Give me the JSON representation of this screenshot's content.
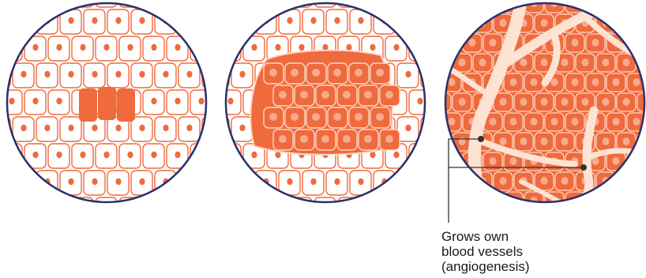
{
  "colors": {
    "outline": "#2b2f6b",
    "cell_fill": "#ffffff",
    "cell_line": "#ef6a3d",
    "nucleus": "#ef6a3d",
    "tumor": "#ef6a3d",
    "tumor_line": "#ffd6c4",
    "tumor_nucleus": "#f6ab8f",
    "vessel": "#fde3d3",
    "leader_line": "#333333"
  },
  "panels": [
    {
      "stage": "normal tissue with a few abnormal cells"
    },
    {
      "stage": "abnormal cell cluster expanding"
    },
    {
      "stage": "tumor with blood vessels"
    }
  ],
  "annotation": {
    "lines": [
      "Grows own",
      "blood vessels",
      "(angiogenesis)"
    ]
  }
}
